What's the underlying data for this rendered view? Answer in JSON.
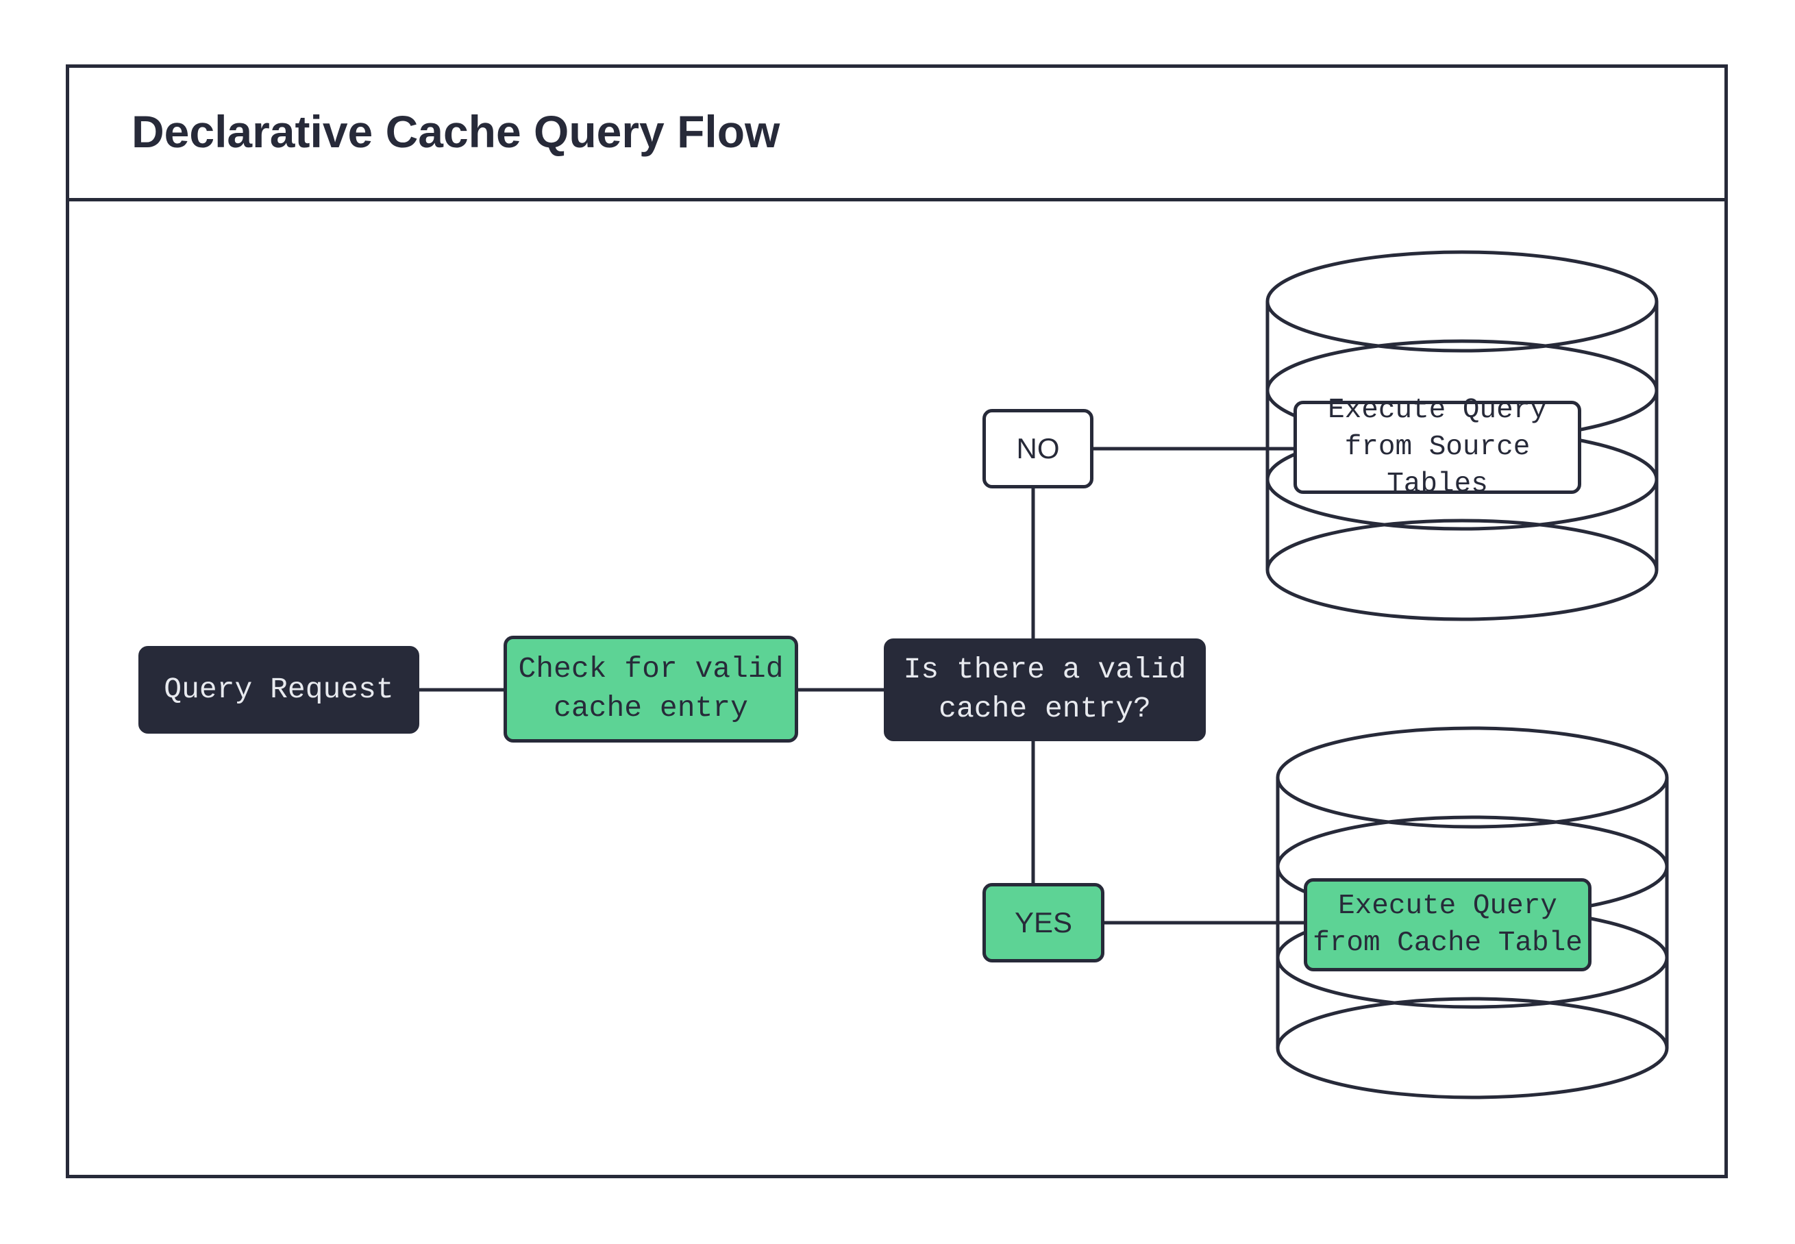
{
  "diagram": {
    "title": "Declarative Cache Query Flow",
    "colors": {
      "ink": "#272a39",
      "accent_green": "#5dd395",
      "surface": "#ffffff",
      "dark_text": "#e8eaef"
    },
    "nodes": {
      "query_request": {
        "label": "Query Request",
        "style": "dark"
      },
      "check_cache": {
        "label": "Check for valid\ncache entry",
        "style": "green"
      },
      "decision": {
        "label": "Is there a valid\ncache entry?",
        "style": "dark"
      },
      "source_tables": {
        "label": "Execute Query\nfrom Source Tables",
        "style": "white-on-database"
      },
      "cache_table": {
        "label": "Execute Query\nfrom Cache Table",
        "style": "green-on-database"
      }
    },
    "edge_labels": {
      "no": "NO",
      "yes": "YES"
    },
    "database_icons": {
      "source_db": "database-cylinder-icon",
      "cache_db": "database-cylinder-icon"
    },
    "edges": [
      {
        "from": "query_request",
        "to": "check_cache"
      },
      {
        "from": "check_cache",
        "to": "decision"
      },
      {
        "from": "decision",
        "to": "no",
        "label": "NO"
      },
      {
        "from": "no",
        "to": "source_tables"
      },
      {
        "from": "decision",
        "to": "yes",
        "label": "YES"
      },
      {
        "from": "yes",
        "to": "cache_table"
      }
    ]
  }
}
